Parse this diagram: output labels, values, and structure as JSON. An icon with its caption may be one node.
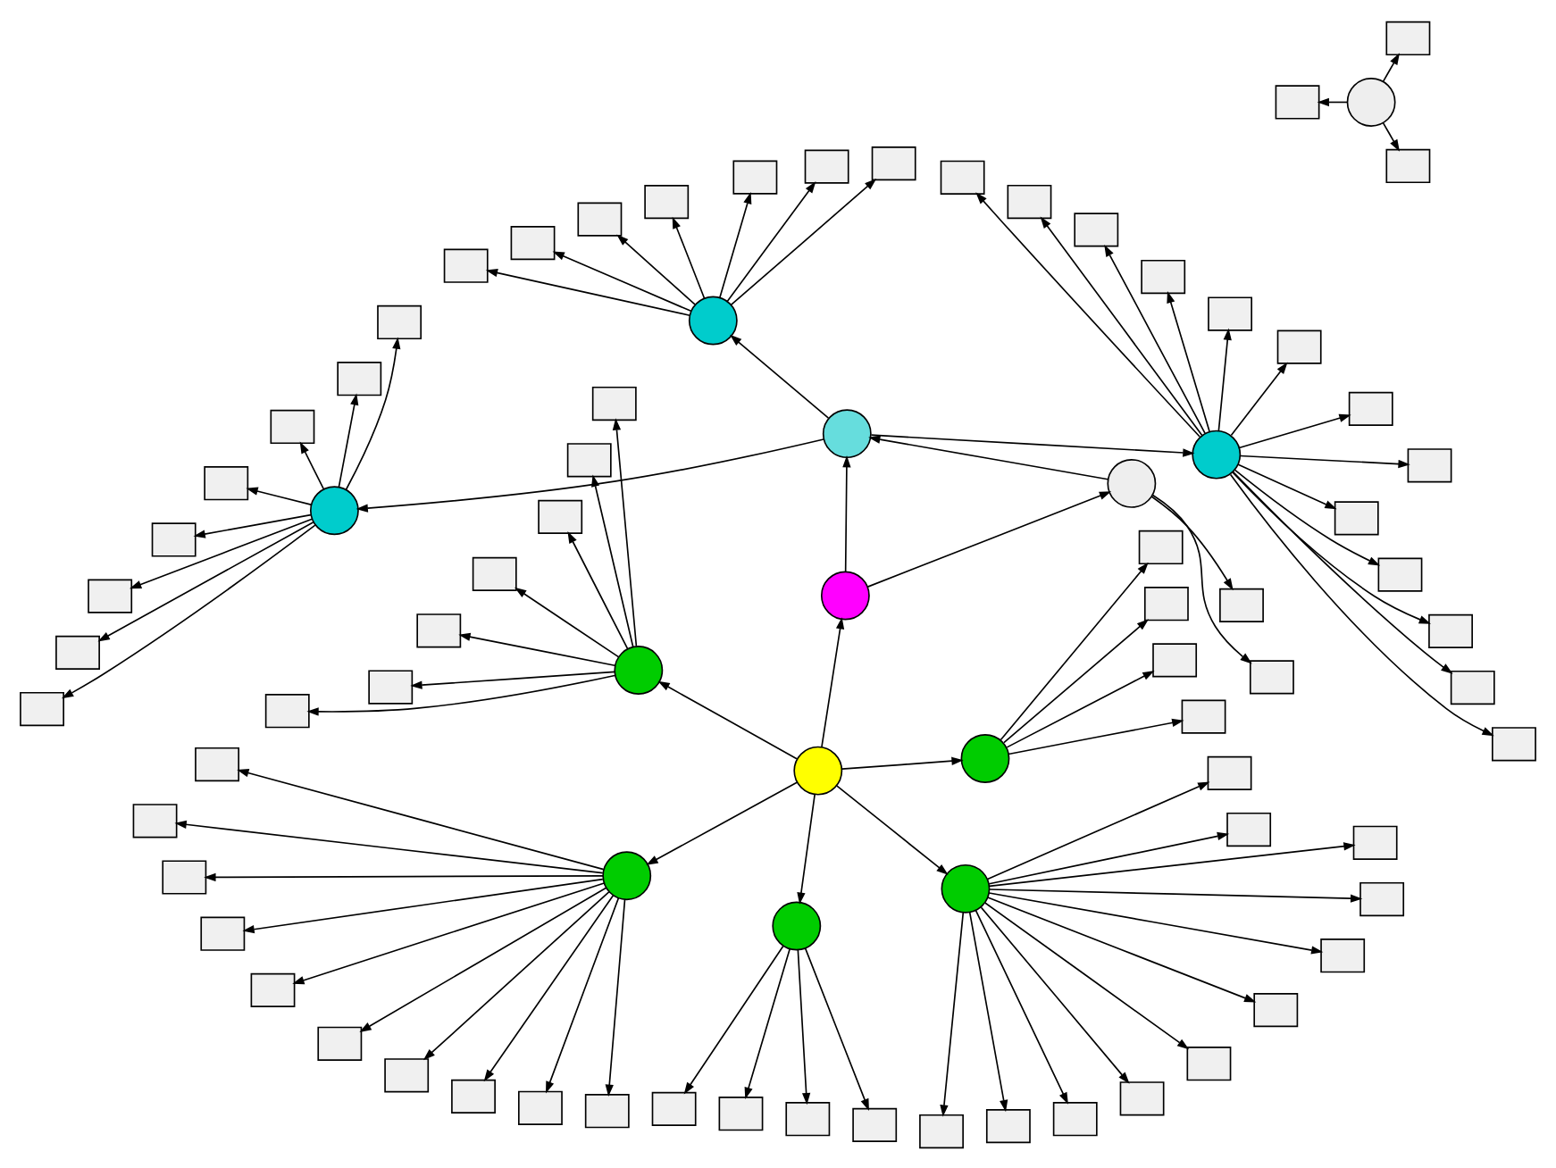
{
  "diagram": {
    "nodes": [
      {
        "text": [],
        "shape": "circle"
      },
      {
        "text": [],
        "shape": "circle"
      },
      {
        "text": [],
        "shape": "circle"
      },
      {
        "text": [],
        "shape": "circle"
      },
      {
        "text": [],
        "shape": "circle"
      },
      {
        "text": [],
        "shape": "circle"
      },
      {
        "text": [],
        "shape": "circle"
      },
      {
        "text": [],
        "shape": "circle"
      },
      {
        "text": [],
        "shape": "circle"
      },
      {
        "text": [],
        "shape": "circle"
      },
      {
        "text": [],
        "shape": "circle"
      },
      {
        "text": [],
        "shape": "circle"
      },
      {
        "text": [],
        "shape": "circle"
      },
      {
        "text": [],
        "shape": "box"
      },
      {
        "text": [],
        "shape": "box"
      },
      {
        "text": [],
        "shape": "box"
      },
      {
        "text": [],
        "shape": "box"
      },
      {
        "text": [],
        "shape": "box"
      },
      {
        "text": [],
        "shape": "box"
      },
      {
        "text": [],
        "shape": "box"
      },
      {
        "text": [],
        "shape": "box"
      },
      {
        "text": [],
        "shape": "box"
      },
      {
        "text": [],
        "shape": "box"
      },
      {
        "text": [],
        "shape": "box"
      },
      {
        "text": [],
        "shape": "box"
      },
      {
        "text": [],
        "shape": "box"
      },
      {
        "text": [],
        "shape": "box"
      },
      {
        "text": [],
        "shape": "box"
      },
      {
        "text": [],
        "shape": "box"
      },
      {
        "text": [],
        "shape": "box"
      },
      {
        "text": [],
        "shape": "box"
      },
      {
        "text": [],
        "shape": "box"
      },
      {
        "text": [],
        "shape": "box"
      },
      {
        "text": [],
        "shape": "box"
      },
      {
        "text": [],
        "shape": "box"
      },
      {
        "text": [],
        "shape": "box"
      },
      {
        "text": [],
        "shape": "box"
      },
      {
        "text": [],
        "shape": "box"
      },
      {
        "text": [],
        "shape": "box"
      },
      {
        "text": [],
        "shape": "box"
      },
      {
        "text": [],
        "shape": "box"
      },
      {
        "text": [],
        "shape": "box"
      },
      {
        "text": [],
        "shape": "box"
      },
      {
        "text": [],
        "shape": "box"
      },
      {
        "text": [],
        "shape": "box"
      },
      {
        "text": [],
        "shape": "box"
      },
      {
        "text": [],
        "shape": "box"
      },
      {
        "text": [],
        "shape": "box"
      },
      {
        "text": [],
        "shape": "box"
      },
      {
        "text": [],
        "shape": "box"
      },
      {
        "text": [],
        "shape": "box"
      },
      {
        "text": [],
        "shape": "box"
      },
      {
        "text": [],
        "shape": "box"
      },
      {
        "text": [],
        "shape": "box"
      },
      {
        "text": [],
        "shape": "box"
      },
      {
        "text": [],
        "shape": "box"
      },
      {
        "text": [],
        "shape": "box"
      },
      {
        "text": [],
        "shape": "box"
      },
      {
        "text": [],
        "shape": "box"
      },
      {
        "text": [],
        "shape": "box"
      },
      {
        "text": [],
        "shape": "box"
      },
      {
        "text": [],
        "shape": "box"
      },
      {
        "text": [],
        "shape": "box"
      },
      {
        "text": [],
        "shape": "box"
      },
      {
        "text": [],
        "shape": "box"
      },
      {
        "text": [],
        "shape": "box"
      },
      {
        "text": [],
        "shape": "box"
      },
      {
        "text": [],
        "shape": "box"
      },
      {
        "text": [],
        "shape": "box"
      },
      {
        "text": [],
        "shape": "box"
      },
      {
        "text": [],
        "shape": "box"
      },
      {
        "text": [],
        "shape": "box"
      },
      {
        "text": [],
        "shape": "box"
      },
      {
        "text": [],
        "shape": "box"
      },
      {
        "text": [],
        "shape": "box"
      },
      {
        "text": [],
        "shape": "box"
      },
      {
        "text": [],
        "shape": "box"
      },
      {
        "text": [],
        "shape": "box"
      },
      {
        "text": [],
        "shape": "box"
      },
      {
        "text": [],
        "shape": "box"
      },
      {
        "text": [],
        "shape": "box"
      },
      {
        "text": [],
        "shape": "box"
      }
    ],
    "edges": [
      {
        "from": 0,
        "to": 4,
        "arrow": "to"
      },
      {
        "from": 0,
        "to": 5,
        "arrow": "to"
      },
      {
        "from": 0,
        "to": 6,
        "arrow": "to"
      },
      {
        "from": 0,
        "to": 7,
        "arrow": "to"
      },
      {
        "from": 0,
        "to": 8,
        "arrow": "to"
      },
      {
        "from": 0,
        "to": 1,
        "arrow": "to"
      },
      {
        "from": 1,
        "to": 2,
        "arrow": "to"
      },
      {
        "from": 1,
        "to": 9,
        "arrow": "to"
      },
      {
        "from": 2,
        "to": 9,
        "arrow": "to"
      },
      {
        "from": 9,
        "to": 10,
        "arrow": "to"
      },
      {
        "from": 9,
        "to": 11,
        "arrow": "to"
      },
      {
        "from": 9,
        "to": 12,
        "arrow": "to"
      },
      {
        "from": 4,
        "to": 13,
        "arrow": "to"
      },
      {
        "from": 4,
        "to": 14,
        "arrow": "to"
      },
      {
        "from": 4,
        "to": 15,
        "arrow": "to"
      },
      {
        "from": 4,
        "to": 16,
        "arrow": "to"
      },
      {
        "from": 4,
        "to": 17,
        "arrow": "to"
      },
      {
        "from": 4,
        "to": 18,
        "arrow": "to"
      },
      {
        "from": 4,
        "to": 19,
        "arrow": "to"
      },
      {
        "from": 5,
        "to": 20,
        "arrow": "to"
      },
      {
        "from": 5,
        "to": 21,
        "arrow": "to"
      },
      {
        "from": 5,
        "to": 22,
        "arrow": "to"
      },
      {
        "from": 5,
        "to": 23,
        "arrow": "to"
      },
      {
        "from": 5,
        "to": 24,
        "arrow": "to"
      },
      {
        "from": 5,
        "to": 25,
        "arrow": "to"
      },
      {
        "from": 5,
        "to": 26,
        "arrow": "to"
      },
      {
        "from": 5,
        "to": 27,
        "arrow": "to"
      },
      {
        "from": 5,
        "to": 28,
        "arrow": "to"
      },
      {
        "from": 5,
        "to": 29,
        "arrow": "to"
      },
      {
        "from": 6,
        "to": 30,
        "arrow": "to"
      },
      {
        "from": 6,
        "to": 31,
        "arrow": "to"
      },
      {
        "from": 6,
        "to": 32,
        "arrow": "to"
      },
      {
        "from": 6,
        "to": 33,
        "arrow": "to"
      },
      {
        "from": 7,
        "to": 34,
        "arrow": "to"
      },
      {
        "from": 7,
        "to": 35,
        "arrow": "to"
      },
      {
        "from": 7,
        "to": 36,
        "arrow": "to"
      },
      {
        "from": 7,
        "to": 37,
        "arrow": "to"
      },
      {
        "from": 7,
        "to": 38,
        "arrow": "to"
      },
      {
        "from": 7,
        "to": 39,
        "arrow": "to"
      },
      {
        "from": 7,
        "to": 40,
        "arrow": "to"
      },
      {
        "from": 7,
        "to": 41,
        "arrow": "to"
      },
      {
        "from": 7,
        "to": 42,
        "arrow": "to"
      },
      {
        "from": 7,
        "to": 43,
        "arrow": "to"
      },
      {
        "from": 7,
        "to": 44,
        "arrow": "to"
      },
      {
        "from": 8,
        "to": 45,
        "arrow": "to"
      },
      {
        "from": 8,
        "to": 46,
        "arrow": "to"
      },
      {
        "from": 8,
        "to": 47,
        "arrow": "to"
      },
      {
        "from": 8,
        "to": 48,
        "arrow": "to"
      },
      {
        "from": 2,
        "to": 49,
        "arrow": "to"
      },
      {
        "from": 2,
        "to": 50,
        "arrow": "to"
      },
      {
        "from": 3,
        "to": 51,
        "arrow": "to"
      },
      {
        "from": 3,
        "to": 52,
        "arrow": "to"
      },
      {
        "from": 3,
        "to": 53,
        "arrow": "to"
      },
      {
        "from": 10,
        "to": 54,
        "arrow": "to"
      },
      {
        "from": 10,
        "to": 55,
        "arrow": "to"
      },
      {
        "from": 10,
        "to": 56,
        "arrow": "to"
      },
      {
        "from": 10,
        "to": 57,
        "arrow": "to"
      },
      {
        "from": 10,
        "to": 58,
        "arrow": "to"
      },
      {
        "from": 10,
        "to": 59,
        "arrow": "to"
      },
      {
        "from": 10,
        "to": 60,
        "arrow": "to"
      },
      {
        "from": 10,
        "to": 61,
        "arrow": "to"
      },
      {
        "from": 10,
        "to": 62,
        "arrow": "to"
      },
      {
        "from": 10,
        "to": 63,
        "arrow": "to"
      },
      {
        "from": 10,
        "to": 64,
        "arrow": "to"
      },
      {
        "from": 10,
        "to": 65,
        "arrow": "to"
      },
      {
        "from": 10,
        "to": 66,
        "arrow": "to"
      },
      {
        "from": 11,
        "to": 67,
        "arrow": "to"
      },
      {
        "from": 11,
        "to": 68,
        "arrow": "to"
      },
      {
        "from": 11,
        "to": 69,
        "arrow": "to"
      },
      {
        "from": 11,
        "to": 70,
        "arrow": "to"
      },
      {
        "from": 11,
        "to": 71,
        "arrow": "to"
      },
      {
        "from": 11,
        "to": 72,
        "arrow": "to"
      },
      {
        "from": 11,
        "to": 73,
        "arrow": "to"
      },
      {
        "from": 12,
        "to": 74,
        "arrow": "to"
      },
      {
        "from": 12,
        "to": 75,
        "arrow": "to"
      },
      {
        "from": 12,
        "to": 76,
        "arrow": "to"
      },
      {
        "from": 12,
        "to": 77,
        "arrow": "to"
      },
      {
        "from": 12,
        "to": 78,
        "arrow": "to"
      },
      {
        "from": 12,
        "to": 79,
        "arrow": "to"
      },
      {
        "from": 12,
        "to": 80,
        "arrow": "to"
      },
      {
        "from": 12,
        "to": 81,
        "arrow": "to"
      }
    ]
  }
}
